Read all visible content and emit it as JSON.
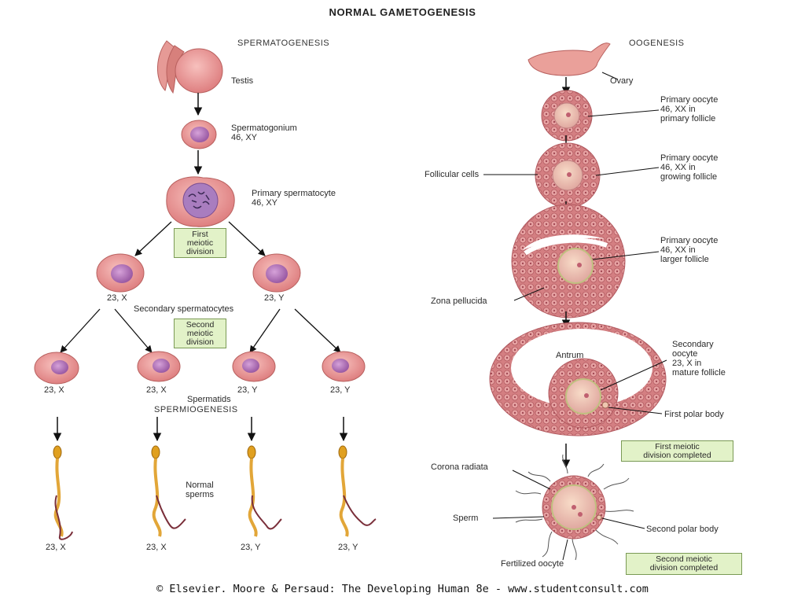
{
  "title": "NORMAL GAMETOGENESIS",
  "spermatogenesis": {
    "header": "SPERMATOGENESIS",
    "testis": "Testis",
    "spermatogonium": [
      "Spermatogonium",
      "46, XY"
    ],
    "primary_spermatocyte": [
      "Primary spermatocyte",
      "46, XY"
    ],
    "first_division_box": [
      "First",
      "meiotic",
      "division"
    ],
    "secondary_left": "23, X",
    "secondary_right": "23, Y",
    "secondary_caption": "Secondary spermatocytes",
    "second_division_box": [
      "Second",
      "meiotic",
      "division"
    ],
    "spermatid_labels": [
      "23, X",
      "23, X",
      "23, Y",
      "23, Y"
    ],
    "spermatids": "Spermatids",
    "spermiogenesis": "SPERMIOGENESIS",
    "normal_sperms": [
      "Normal",
      "sperms"
    ],
    "sperm_labels": [
      "23, X",
      "23, X",
      "23, Y",
      "23, Y"
    ]
  },
  "oogenesis": {
    "header": "OOGENESIS",
    "ovary": "Ovary",
    "primary_follicle": [
      "Primary oocyte",
      "46, XX in",
      "primary follicle"
    ],
    "follicular_cells": "Follicular cells",
    "growing_follicle": [
      "Primary oocyte",
      "46, XX in",
      "growing follicle"
    ],
    "larger_follicle": [
      "Primary oocyte",
      "46, XX in",
      "larger follicle"
    ],
    "zona_pellucida": "Zona pellucida",
    "antrum": "Antrum",
    "mature_follicle": [
      "Secondary",
      "oocyte",
      "23, X in",
      "mature follicle"
    ],
    "first_polar_body": "First polar body",
    "first_completed_box": [
      "First meiotic",
      "division completed"
    ],
    "corona_radiata": "Corona radiata",
    "sperm": "Sperm",
    "second_polar_body": "Second polar body",
    "fertilized_oocyte": "Fertilized oocyte",
    "second_completed_box": [
      "Second meiotic",
      "division completed"
    ]
  },
  "copyright": "© Elsevier. Moore & Persaud: The Developing Human 8e - www.studentconsult.com",
  "colors": {
    "cell_fill": "#e98e8e",
    "nucleus_fill": "#b06fb8",
    "follicle_fill": "#d98a8a",
    "box_fill": "#e2f2c8",
    "sperm_head": "#e0a020",
    "sperm_tail": "#7a2f3a"
  }
}
